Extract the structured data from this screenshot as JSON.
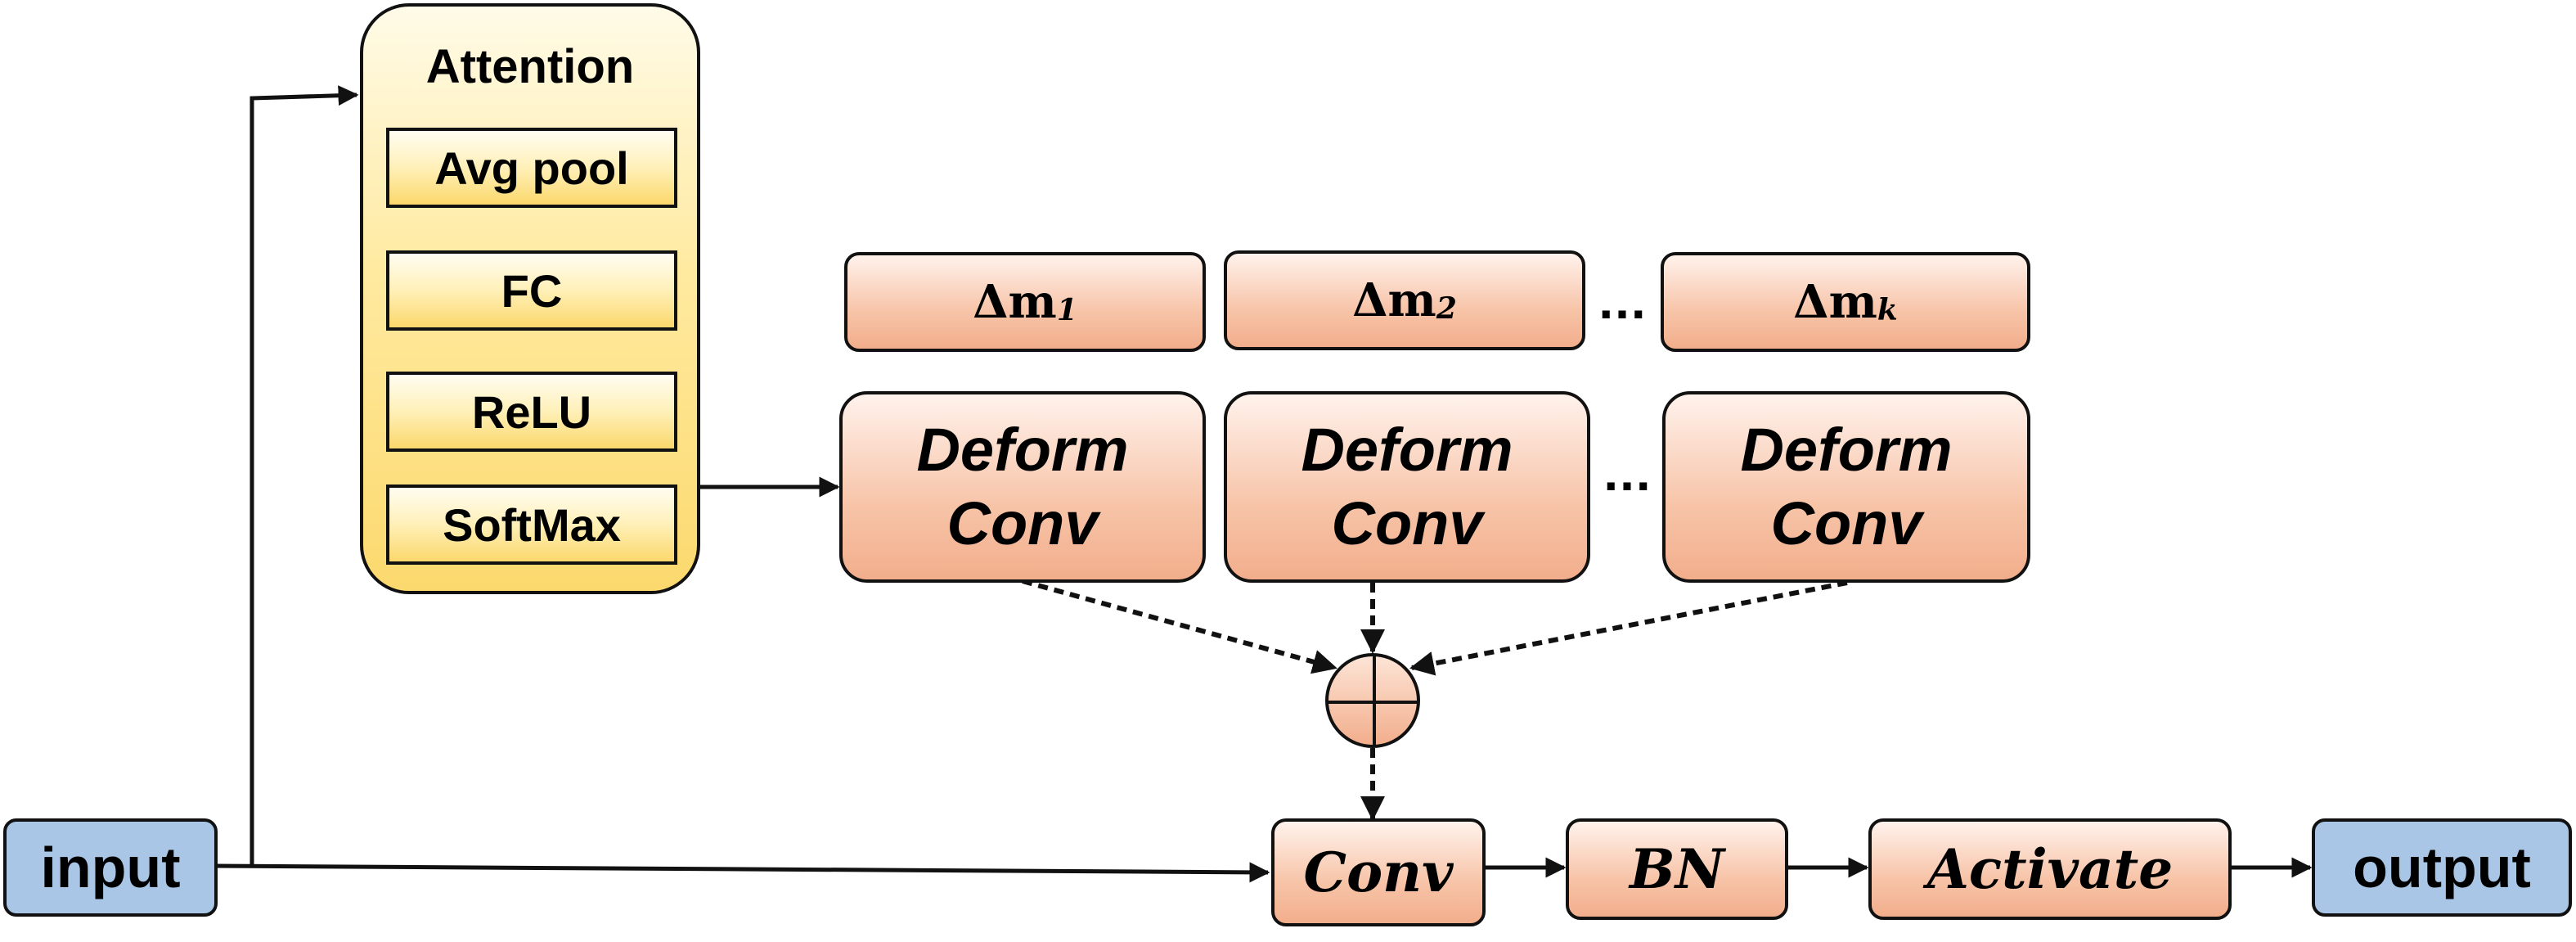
{
  "input_label": "input",
  "output_label": "output",
  "attention": {
    "title": "Attention",
    "steps": [
      "Avg pool",
      "FC",
      "ReLU",
      "SoftMax"
    ]
  },
  "deltas": [
    {
      "base": "Δm",
      "sub": "1"
    },
    {
      "base": "Δm",
      "sub": "2"
    },
    {
      "base": "Δm",
      "sub": "k"
    }
  ],
  "deform_convs": [
    {
      "line1": "Deform",
      "line2": "Conv"
    },
    {
      "line1": "Deform",
      "line2": "Conv"
    },
    {
      "line1": "Deform",
      "line2": "Conv"
    }
  ],
  "ellipsis": "...",
  "pipeline": {
    "conv": "Conv",
    "bn": "BN",
    "activate": "Activate"
  }
}
